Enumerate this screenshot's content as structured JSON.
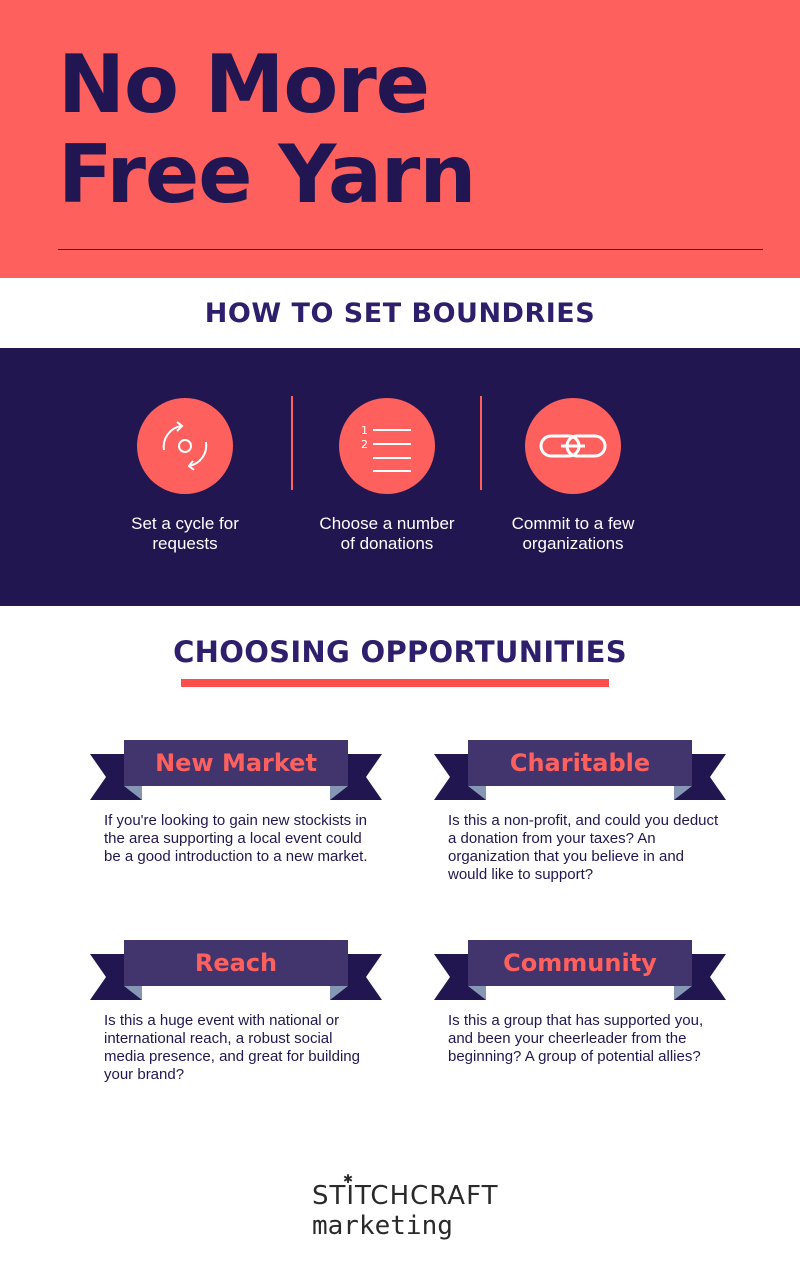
{
  "hero": {
    "title_line1": "No More",
    "title_line2": "Free Yarn",
    "background": "#fe605d",
    "text_color": "#211651"
  },
  "subhead": {
    "title": "HOW TO SET BOUNDRIES"
  },
  "steps": [
    {
      "icon": "cycle-arrows-icon",
      "label_line1": "Set a cycle for",
      "label_line2": "requests"
    },
    {
      "icon": "numbered-list-icon",
      "label_line1": "Choose a number",
      "label_line2": "of donations"
    },
    {
      "icon": "chain-link-icon",
      "label_line1": "Commit to a few",
      "label_line2": "organizations"
    }
  ],
  "opportunities": {
    "title": "CHOOSING OPPORTUNITIES",
    "cards": [
      {
        "label": "New Market",
        "text": "If you're looking to gain new stockists in the area supporting a local event could be a good introduction to a new market."
      },
      {
        "label": "Charitable",
        "text": "Is this a non-profit, and could you deduct a donation from your taxes? An organization that you believe in and would like to support?"
      },
      {
        "label": "Reach",
        "text": "Is this a huge event with national or international reach, a robust social media presence, and great for building your brand?"
      },
      {
        "label": "Community",
        "text": "Is this a group that has supported you, and been your cheerleader from the beginning? A group of potential allies?"
      }
    ]
  },
  "logo": {
    "line1": "STITCHCRAFT",
    "line2": "marketing"
  },
  "colors": {
    "coral": "#fe605d",
    "navy": "#221650",
    "ribbon": "#42356e",
    "ribbon_fold": "#8597b4"
  }
}
